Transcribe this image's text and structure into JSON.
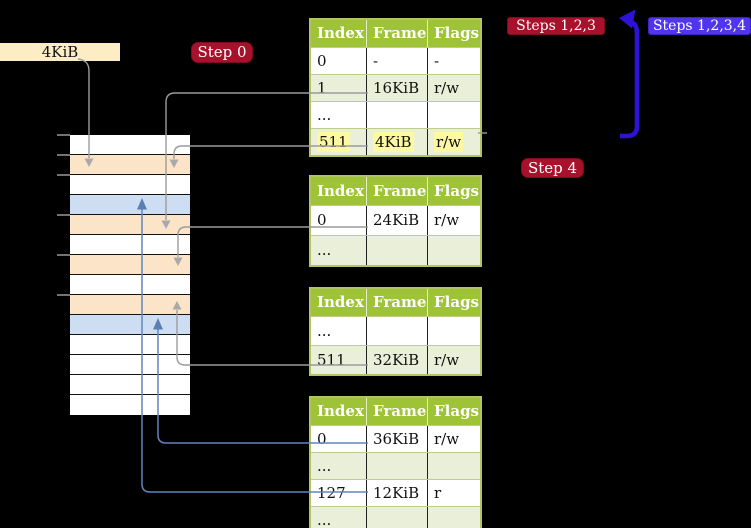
{
  "labels": {
    "page_size": "4KiB",
    "step0": "Step 0",
    "steps123": "Steps 1,2,3",
    "steps1234": "Steps 1,2,3,4",
    "step4": "Step 4"
  },
  "colors": {
    "background": "#000000",
    "table_header_green": "#9FC336",
    "table_border": "#B2C463",
    "table_row_light": "#E9EFD8",
    "highlight_yellow": "#FDF8A2",
    "memory_orange": "#FBE4C7",
    "memory_blue": "#CDDEF2",
    "memory_white": "#FFFFFF",
    "label_cream": "#FCEDC5",
    "badge_red": "#A8112B",
    "badge_blue": "#5134EE",
    "big_arrow_blue": "#2E12D6",
    "connector_gray": "#9C9C9C",
    "connector_blue": "#6185BE"
  },
  "memory_strip": {
    "rows": [
      {
        "fill": "#FFFFFF"
      },
      {
        "fill": "#FBE4C7"
      },
      {
        "fill": "#FFFFFF"
      },
      {
        "fill": "#CDDEF2"
      },
      {
        "fill": "#FBE4C7"
      },
      {
        "fill": "#FFFFFF"
      },
      {
        "fill": "#FBE4C7"
      },
      {
        "fill": "#FFFFFF"
      },
      {
        "fill": "#FBE4C7"
      },
      {
        "fill": "#CDDEF2"
      },
      {
        "fill": "#FFFFFF"
      },
      {
        "fill": "#FFFFFF"
      },
      {
        "fill": "#FFFFFF"
      },
      {
        "fill": "#FFFFFF"
      }
    ]
  },
  "tables": [
    {
      "headers": [
        "Index",
        "Frame",
        "Flags"
      ],
      "rows": [
        {
          "cells": [
            "0",
            "-",
            "-"
          ]
        },
        {
          "cells": [
            "1",
            "16KiB",
            "r/w"
          ]
        },
        {
          "cells": [
            "...",
            "",
            ""
          ]
        },
        {
          "cells": [
            "511",
            "4KiB",
            "r/w"
          ],
          "highlight": true
        }
      ]
    },
    {
      "headers": [
        "Index",
        "Frame",
        "Flags"
      ],
      "rows": [
        {
          "cells": [
            "0",
            "24KiB",
            "r/w"
          ]
        },
        {
          "cells": [
            "...",
            "",
            ""
          ]
        }
      ]
    },
    {
      "headers": [
        "Index",
        "Frame",
        "Flags"
      ],
      "rows": [
        {
          "cells": [
            "...",
            "",
            ""
          ]
        },
        {
          "cells": [
            "511",
            "32KiB",
            "r/w"
          ]
        }
      ]
    },
    {
      "headers": [
        "Index",
        "Frame",
        "Flags"
      ],
      "rows": [
        {
          "cells": [
            "0",
            "36KiB",
            "r/w"
          ]
        },
        {
          "cells": [
            "...",
            "",
            ""
          ]
        },
        {
          "cells": [
            "127",
            "12KiB",
            "r"
          ]
        },
        {
          "cells": [
            "...",
            "",
            ""
          ]
        }
      ]
    }
  ]
}
